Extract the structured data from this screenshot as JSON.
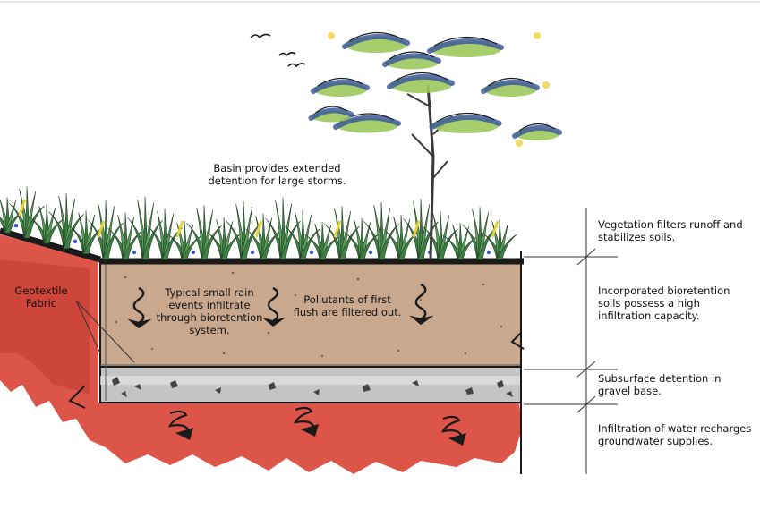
{
  "labels": {
    "basin": [
      "Basin provides extended",
      "detention for large storms."
    ],
    "geotextile": [
      "Geotextile",
      "Fabric"
    ],
    "small_rain": [
      "Typical small rain",
      "events infiltrate",
      "through bioretention",
      "system."
    ],
    "pollutants": [
      "Pollutants of first",
      "flush are filtered out."
    ],
    "vegetation": [
      "Vegetation filters runoff and",
      "stabilizes soils."
    ],
    "soils": [
      "Incorporated bioretention",
      "soils possess a high",
      "infiltration capacity."
    ],
    "subsurface": [
      "Subsurface detention in",
      "gravel base."
    ],
    "infiltration": [
      "Infiltration of water recharges",
      "groundwater supplies."
    ]
  },
  "colors": {
    "earth_red": "#d9483a",
    "soil_brown": "#c9a88e",
    "gravel_gray": "#bdbdbd",
    "grass_green": "#5aa05a",
    "leaf_green": "#9cc95c",
    "leaf_blue": "#3d5a9a",
    "outline": "#1a1a1a"
  },
  "icons": [
    "bird-icon",
    "tree-icon",
    "grass-icon",
    "water-arrow-icon"
  ]
}
